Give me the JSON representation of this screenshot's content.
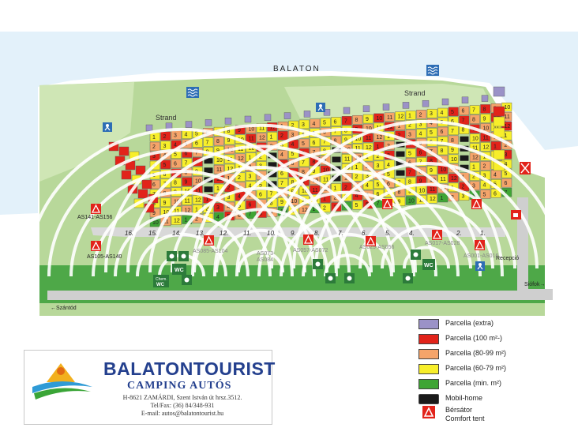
{
  "map": {
    "lake_label": "BALATON",
    "beach_labels": [
      "Strand",
      "Strand"
    ],
    "road_west_label": "←Szántód",
    "road_east_label": "Siófok→",
    "reception_label": "Recepció",
    "zone_labels": [
      "AS141-AS156",
      "AS105-AS140",
      "AS085-AS104",
      "AS073-",
      "AS084",
      "AS057-AS072",
      "AS029-AS056",
      "AS017-AS028",
      "AS001-AS016"
    ],
    "row_numbers": [
      "16.",
      "15.",
      "14.",
      "13.",
      "12.",
      "11.",
      "10.",
      "9.",
      "8.",
      "7.",
      "6.",
      "5.",
      "4.",
      "3.",
      "2.",
      "1."
    ],
    "facility_labels": {
      "chem_wc": "Chem. WC",
      "wc": "WC"
    },
    "plot_numbers_sample": [
      "1",
      "2",
      "3",
      "4",
      "5",
      "6",
      "7",
      "8",
      "9",
      "10",
      "11",
      "12"
    ]
  },
  "legend": {
    "items": [
      {
        "label": "Parcella (extra)",
        "color": "#9b92c7"
      },
      {
        "label": "Parcella (100 m²-)",
        "color": "#e2231a"
      },
      {
        "label": "Parcella (80-99 m²)",
        "color": "#f5a46a"
      },
      {
        "label": "Parcella (60-79 m²)",
        "color": "#f7ee2a"
      },
      {
        "label": "Parcella (min. m²)",
        "color": "#3fa535"
      },
      {
        "label": "Mobil-home",
        "color": "#1a1a1a"
      }
    ],
    "tent_label_1": "Bérsátor",
    "tent_label_2": "Comfort tent"
  },
  "brand": {
    "name": "BALATONTOURIST",
    "subtitle": "CAMPING AUTÓS",
    "address": "H-8621 ZAMÁRDI, Szent István út hrsz.3512.",
    "phone": "Tel/Fax: (36) 84/348-931",
    "email": "E-mail: autos@balatontourist.hu"
  }
}
